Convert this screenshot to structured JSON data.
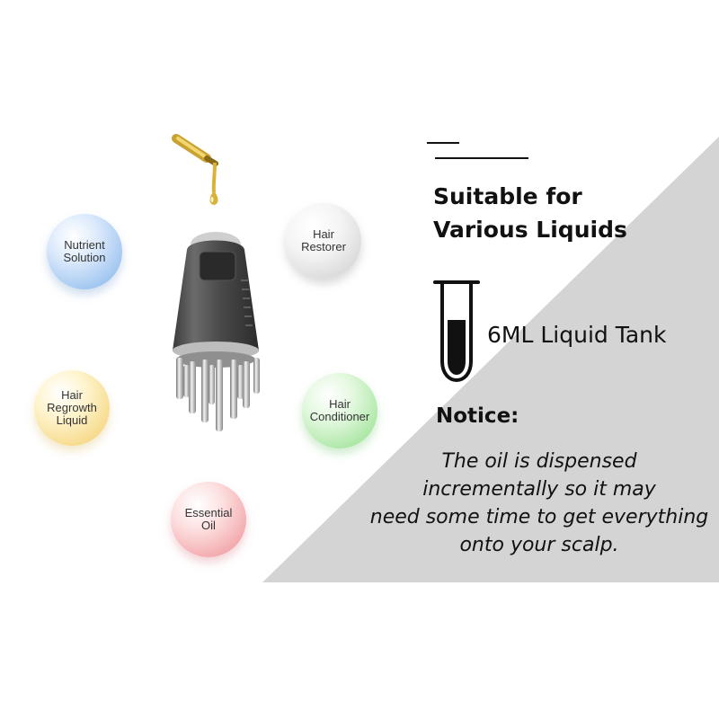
{
  "liquids": [
    {
      "label": "Nutrient\nSolution",
      "color": "#9cc3ef"
    },
    {
      "label": "Hair\nRestorer",
      "color": "#d6d6d6"
    },
    {
      "label": "Hair\nRegrowth\nLiquid",
      "color": "#f6d987"
    },
    {
      "label": "Hair\nConditioner",
      "color": "#a9e6a2"
    },
    {
      "label": "Essential\nOil",
      "color": "#f2a6aa"
    }
  ],
  "heading": "Suitable for\nVarious Liquids",
  "tank": {
    "label": "6ML Liquid Tank",
    "icon": "test-tube-icon"
  },
  "notice": {
    "title": "Notice:",
    "body": "The oil is dispensed\nincrementally so it may\nneed some time to get everything\nonto your scalp."
  },
  "colors": {
    "panel": "#d4d4d4",
    "text": "#111111",
    "oil": "#d9b23a"
  }
}
